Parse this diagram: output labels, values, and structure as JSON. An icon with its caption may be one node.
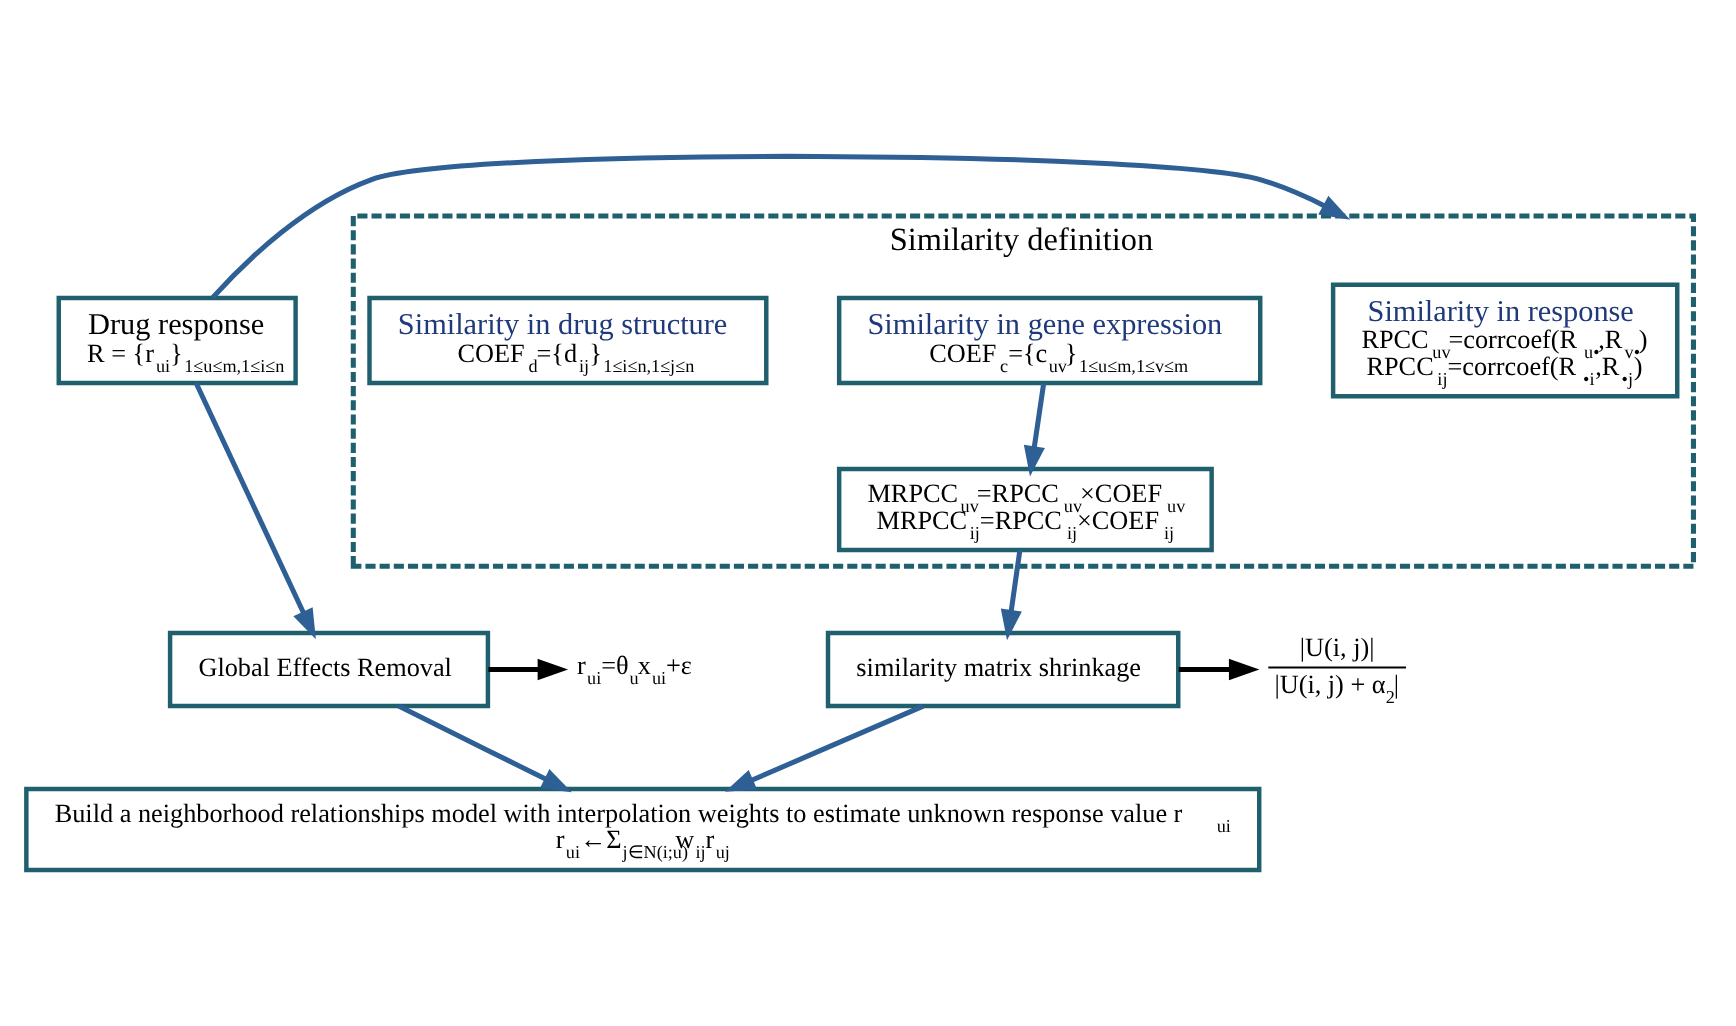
{
  "diagram": {
    "nodes": [
      {
        "text": [
          "Drug response",
          "R = {r$_{ui}$}$_{1≤u≤m,1≤i≤n}$"
        ]
      },
      {
        "text": [
          "Similarity definition"
        ]
      },
      {
        "text": [
          "Similarity in response",
          "RPCC$_{uv}$=corrcoef(R$_{u•}$,R$_{v•}$)",
          "RPCC$_{ij}$=corrcoef(R$_{•i}$,R$_{•j}$)"
        ],
        "in": 1
      },
      {
        "text": [
          "Similarity in gene expression",
          "COEF$_{c}$={c$_{uv}$}$_{1≤u≤m,1≤v≤m}$"
        ],
        "in": 1
      },
      {
        "text": [
          "Similarity in drug structure",
          "COEF$_{d}$={d$_{ij}$}$_{1≤i≤n,1≤j≤n}$"
        ],
        "in": 1
      },
      {
        "text": [
          "MRPCC$_{uv}$=RPCC$_{uv}$×COEF$_{uv}$",
          "MRPCC$_{ij}$=RPCC$_{ij}$×COEF$_{ij}$"
        ],
        "in": 1
      },
      {
        "text": [
          "r$_{ui}$=θ$_{u}$x$_{ui}$+ε"
        ]
      },
      {
        "text": [
          "Global Effects Removal"
        ]
      },
      {
        "text": [
          "similarity matrix shrinkage"
        ]
      },
      {
        "text": [
          "|U(i, j)|",
          "|U(i, j) + α$_{2}$|"
        ]
      },
      {
        "text": [
          "Build a neighborhood relationships model with interpolation weights to estimate unknown response value r$_{ui}$",
          "r$_{ui}$←Σ$_{j∈N(i;u)}$w$_{ij}$r$_{uj}$"
        ]
      }
    ],
    "edges": [
      {
        "from": 0,
        "to": 1,
        "arrow": "to",
        "color": "#2e5f95"
      },
      {
        "from": 0,
        "to": 7,
        "arrow": "to",
        "color": "#2e5f95"
      },
      {
        "from": 3,
        "to": 5,
        "arrow": "to",
        "color": "#2e5f95"
      },
      {
        "from": 5,
        "to": 8,
        "arrow": "to",
        "color": "#2e5f95"
      },
      {
        "from": 7,
        "to": 6,
        "arrow": "to",
        "color": "#000000"
      },
      {
        "from": 8,
        "to": 9,
        "arrow": "to",
        "color": "#000000"
      },
      {
        "from": 7,
        "to": 10,
        "arrow": "to",
        "color": "#2e5f95"
      },
      {
        "from": 8,
        "to": 10,
        "arrow": "to",
        "color": "#2e5f95"
      }
    ]
  }
}
